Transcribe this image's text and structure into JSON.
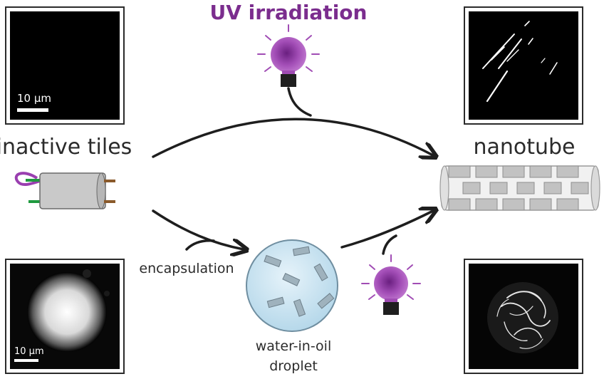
{
  "title": "UV irradiation",
  "labels": {
    "inactive_tiles": "inactive tiles",
    "nanotube": "nanotube",
    "encapsulation": "encapsulation",
    "droplet_line1": "water-in-oil",
    "droplet_line2": "droplet"
  },
  "scale_bars": {
    "top_left": "10 µm",
    "bottom_left": "10 µm"
  },
  "colors": {
    "uv_purple": "#7b2d8e",
    "bulb": "#a04cb4",
    "droplet": "#c8e3f0",
    "tile": "#c9c9c9",
    "strand_green": "#1f9a3f",
    "strand_brown": "#8a5a2b"
  },
  "icons": [
    "uv-bulb-icon",
    "tile-monomer-icon",
    "nanotube-icon",
    "droplet-icon"
  ]
}
